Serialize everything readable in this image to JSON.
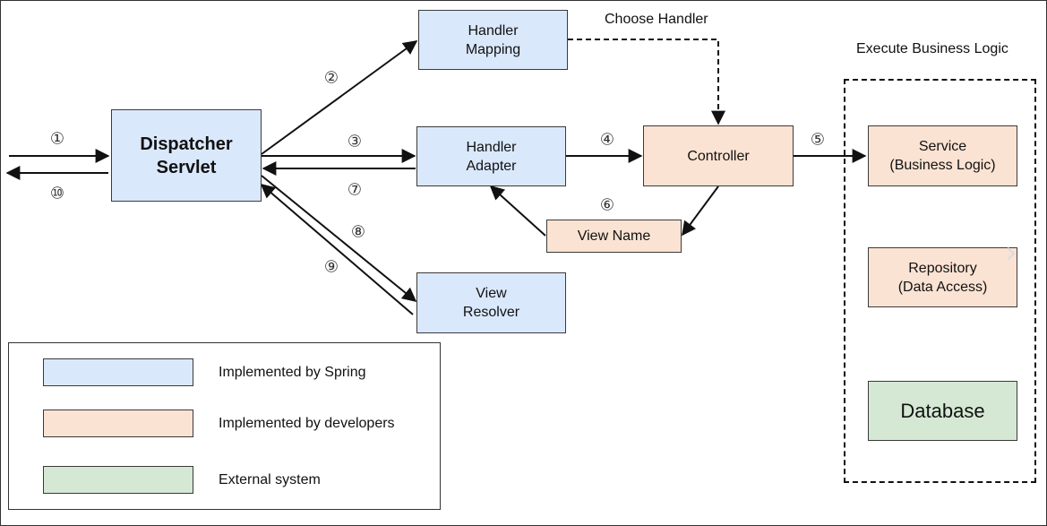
{
  "colors": {
    "spring": "#dae8fc",
    "developer": "#fbe3d3",
    "external": "#d5e8d4",
    "line": "#111111"
  },
  "nodes": {
    "dispatcher_servlet": "Dispatcher\nServlet",
    "handler_mapping": "Handler\nMapping",
    "handler_adapter": "Handler\nAdapter",
    "view_resolver": "View\nResolver",
    "controller": "Controller",
    "view_name": "View Name",
    "service": "Service\n(Business Logic)",
    "repository": "Repository\n(Data Access)",
    "database": "Database"
  },
  "labels": {
    "choose_handler": "Choose Handler",
    "execute_business_logic": "Execute Business Logic"
  },
  "steps": [
    "①",
    "②",
    "③",
    "④",
    "⑤",
    "⑥",
    "⑦",
    "⑧",
    "⑨",
    "⑩"
  ],
  "legend": [
    {
      "label": "Implemented by Spring",
      "color": "#dae8fc"
    },
    {
      "label": "Implemented by developers",
      "color": "#fbe3d3"
    },
    {
      "label": "External system",
      "color": "#d5e8d4"
    }
  ],
  "icons": {
    "next": "chevron-right-icon"
  }
}
